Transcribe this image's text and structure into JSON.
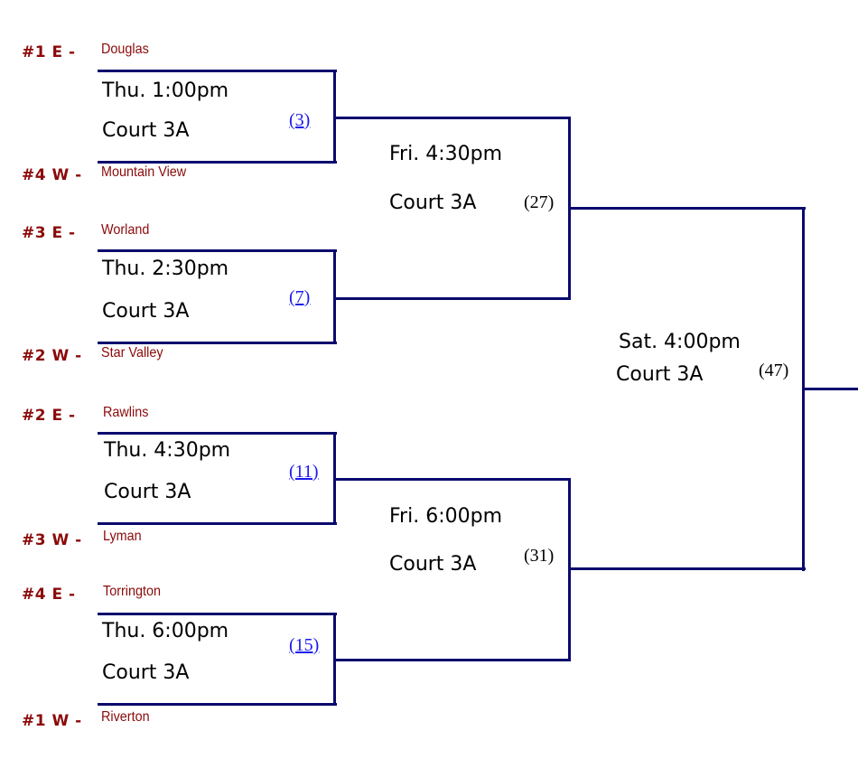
{
  "colors": {
    "line": "#0a0a6e",
    "seed": "#8b0a0a",
    "link": "#1a1aee"
  },
  "round1": [
    {
      "top": {
        "seed": "#1 E -",
        "team": "Douglas"
      },
      "bottom": {
        "seed": "#4 W -",
        "team": "Mountain View"
      },
      "time": "Thu. 1:00pm",
      "court": "Court 3A",
      "game": "(3)"
    },
    {
      "top": {
        "seed": "#3 E -",
        "team": "Worland"
      },
      "bottom": {
        "seed": "#2 W -",
        "team": "Star Valley"
      },
      "time": "Thu. 2:30pm",
      "court": "Court 3A",
      "game": "(7)"
    },
    {
      "top": {
        "seed": "#2 E -",
        "team": "Rawlins"
      },
      "bottom": {
        "seed": "#3 W -",
        "team": "Lyman"
      },
      "time": "Thu. 4:30pm",
      "court": "Court 3A",
      "game": "(11)"
    },
    {
      "top": {
        "seed": "#4 E -",
        "team": "Torrington"
      },
      "bottom": {
        "seed": "#1 W -",
        "team": "Riverton"
      },
      "time": "Thu. 6:00pm",
      "court": "Court 3A",
      "game": "(15)"
    }
  ],
  "round2": [
    {
      "time": "Fri. 4:30pm",
      "court": "Court 3A",
      "game": "(27)"
    },
    {
      "time": "Fri. 6:00pm",
      "court": "Court 3A",
      "game": "(31)"
    }
  ],
  "final": {
    "time": "Sat. 4:00pm",
    "court": "Court 3A",
    "game": "(47)"
  }
}
